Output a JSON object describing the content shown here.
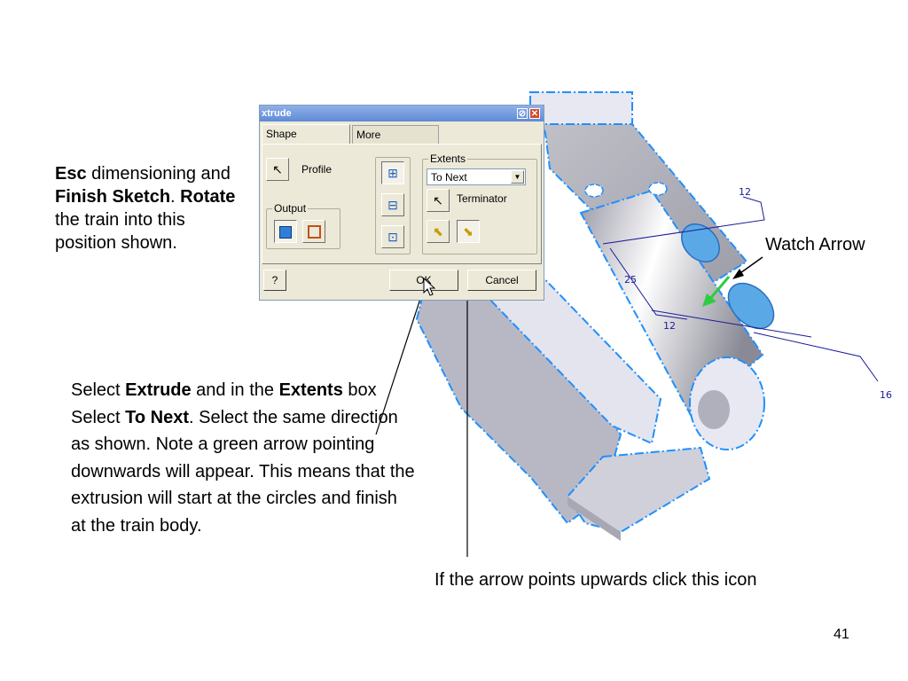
{
  "slide": {
    "instruction1": {
      "esc": "Esc",
      "part1": " dimensioning and ",
      "finish": "Finish Sketch",
      "dot1": ". ",
      "rotate": "Rotate",
      "part2": " the train into this position shown."
    },
    "instruction2": {
      "select": "Select ",
      "extrude": "Extrude",
      "and_in": " and in the ",
      "extents": "Extents",
      "box_select": " box Select ",
      "to_next": "To Next",
      "rest": ". Select the same direction as shown. Note a green arrow pointing downwards will appear. This means that the extrusion will start at the circles and finish at the train body."
    },
    "caption_icon": "If the arrow points upwards click this icon",
    "caption_arrow": "Watch Arrow",
    "page_number": "41"
  },
  "dialog": {
    "title": "xtrude",
    "tabs": [
      {
        "label": "Shape",
        "active": true
      },
      {
        "label": "More",
        "active": false
      }
    ],
    "profile_label": "Profile",
    "output_label": "Output",
    "extents_label": "Extents",
    "extents_value": "To Next",
    "terminator_label": "Terminator",
    "ok_label": "OK",
    "cancel_label": "Cancel",
    "help_label": "?"
  },
  "dimensions": {
    "d12_top": "12",
    "d25": "25",
    "d12_mid": "12",
    "d16": "16"
  },
  "colors": {
    "part_edge": "#1e90ff",
    "dimension": "#1a1a9a",
    "green_arrow": "#2ecc40",
    "circle_fill": "#5aa9e6"
  }
}
